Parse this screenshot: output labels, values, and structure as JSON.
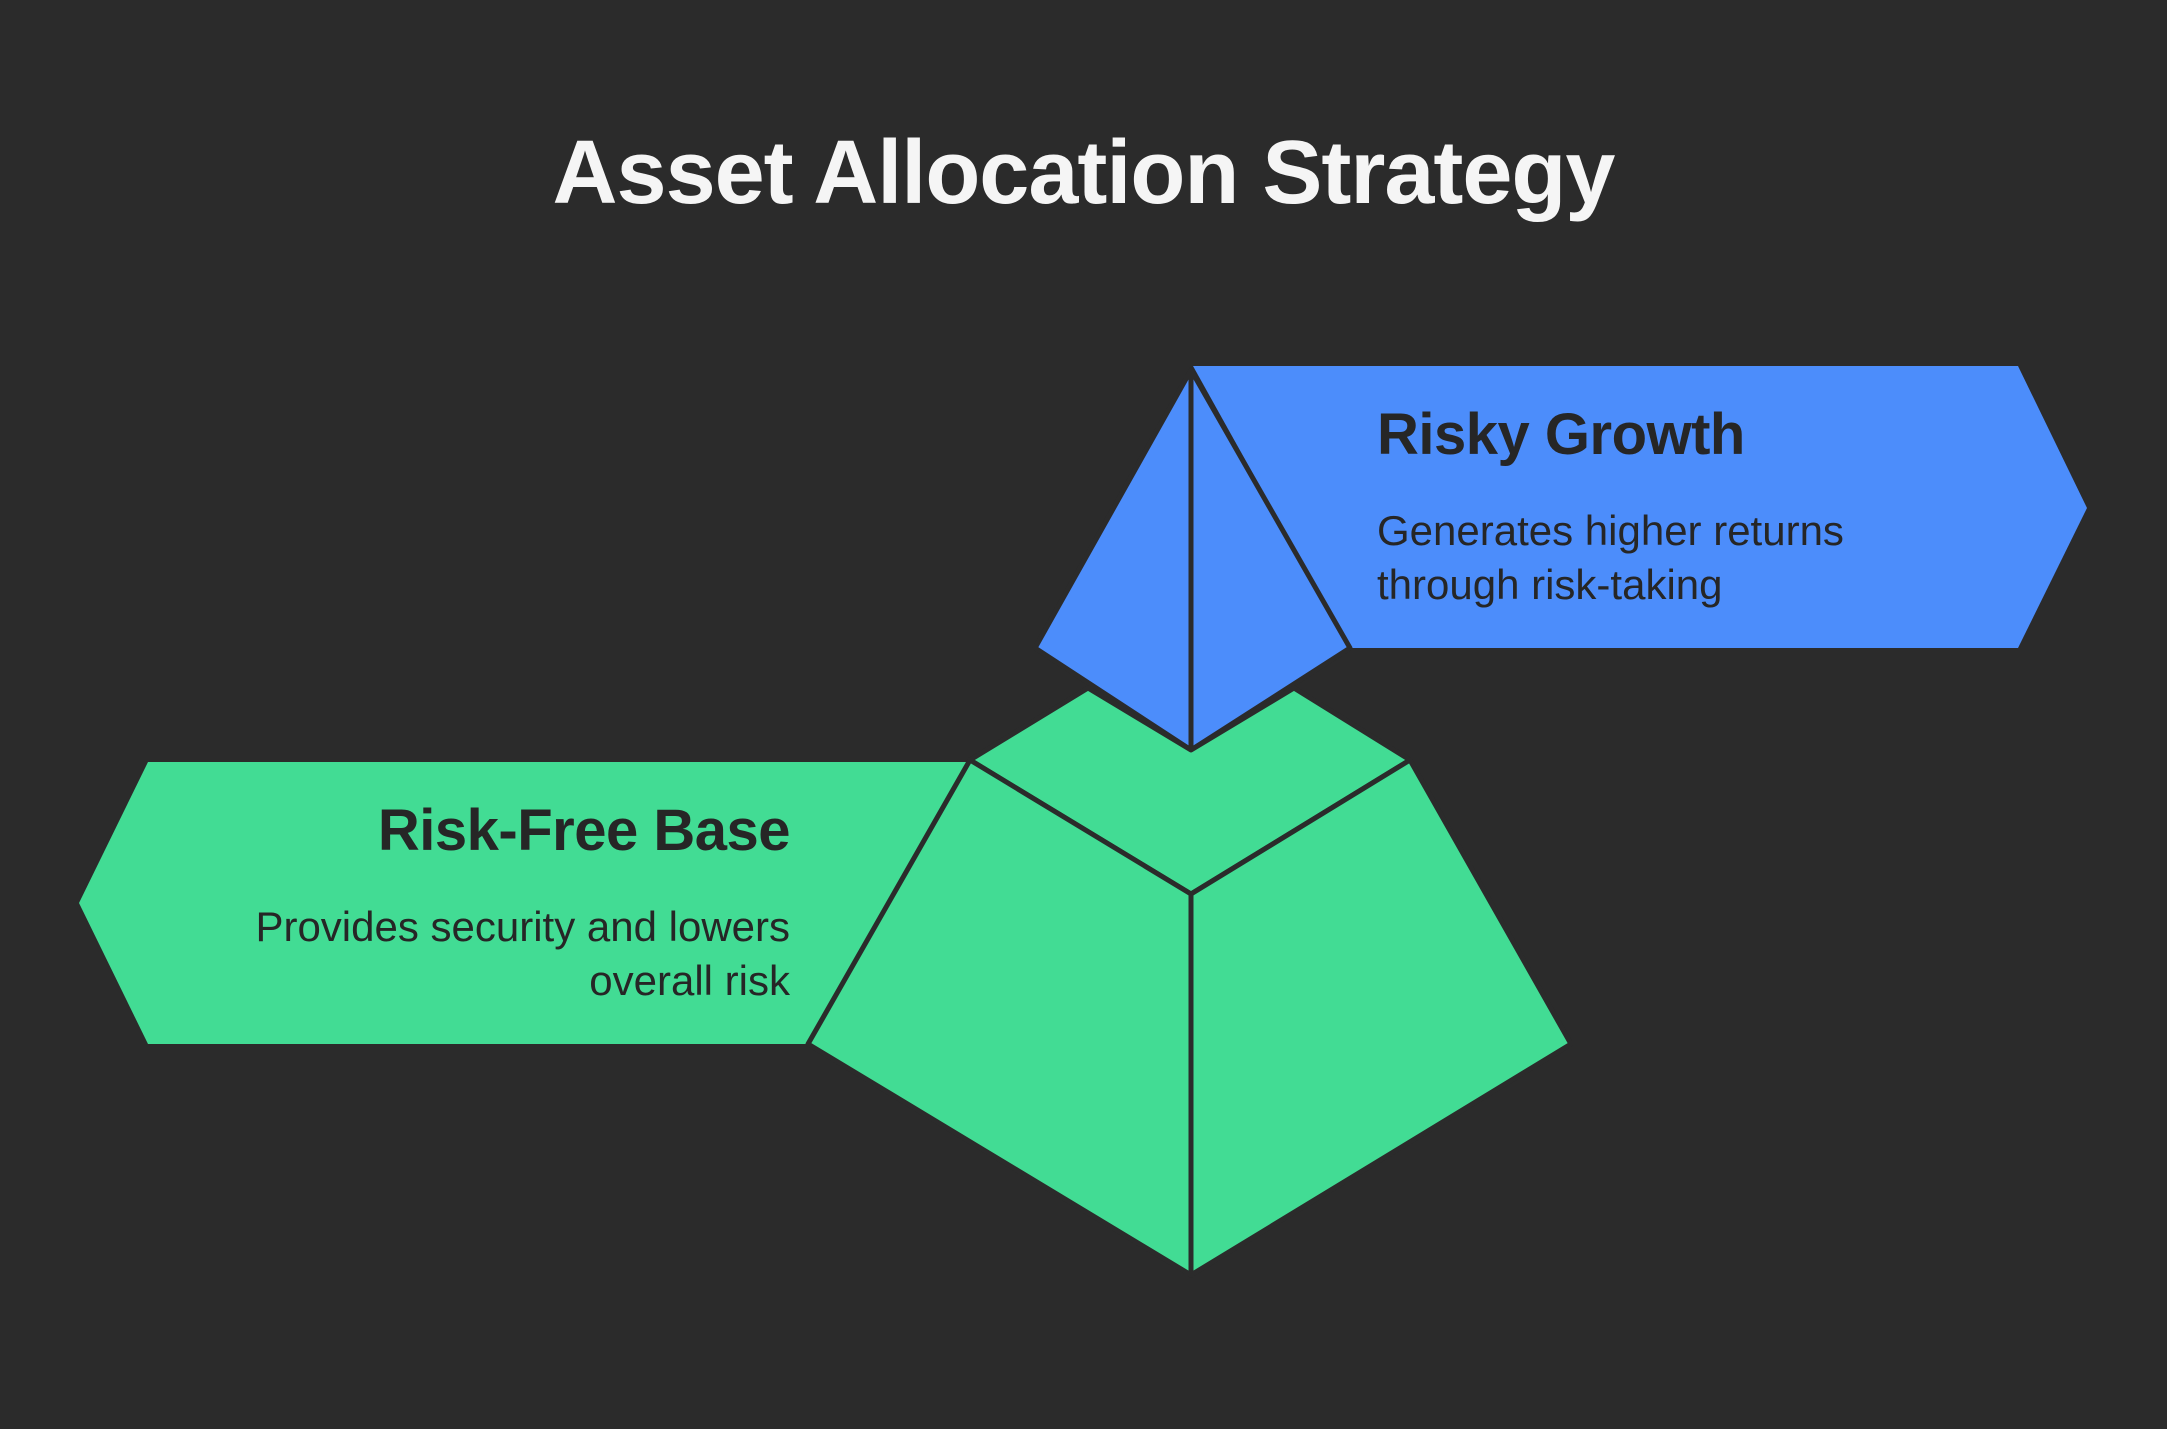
{
  "title": "Asset Allocation Strategy",
  "colors": {
    "background": "#2b2b2b",
    "growth": "#4c8dfb",
    "base": "#42dc94",
    "outline": "#2b2b2b",
    "title_text": "#f5f5f5",
    "label_text": "#262626"
  },
  "sections": {
    "growth": {
      "heading": "Risky Growth",
      "description_lines": [
        "Generates higher returns",
        "through risk-taking"
      ]
    },
    "base": {
      "heading": "Risk-Free Base",
      "description_lines": [
        "Provides security and lowers",
        "overall risk"
      ]
    }
  }
}
